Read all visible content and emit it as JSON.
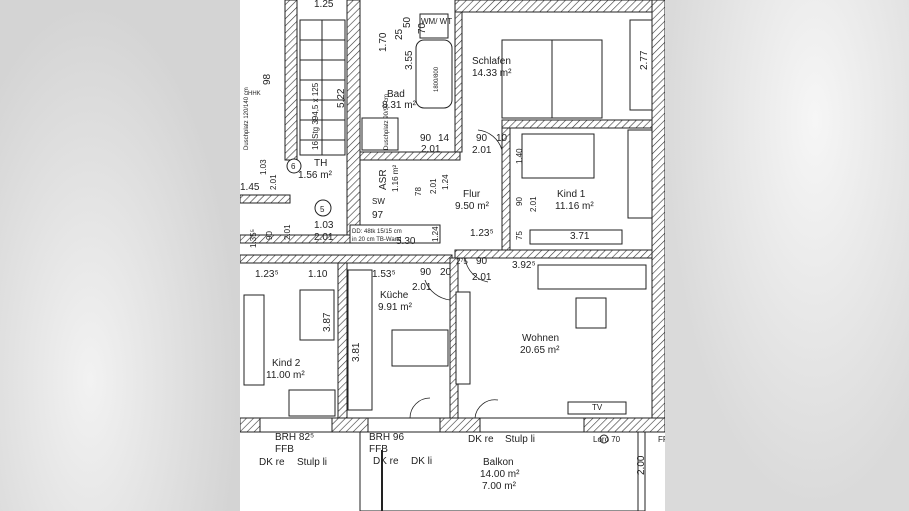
{
  "rooms": [
    {
      "name": "Schlafen",
      "area": "14.33 m²"
    },
    {
      "name": "Bad",
      "area": "8.31 m²"
    },
    {
      "name": "Flur",
      "area": "9.50 m²"
    },
    {
      "name": "Kind 1",
      "area": "11.16 m²"
    },
    {
      "name": "Küche",
      "area": "9.91 m²"
    },
    {
      "name": "Wohnen",
      "area": "20.65 m²"
    },
    {
      "name": "Kind 2",
      "area": "11.00 m²"
    },
    {
      "name": "Balkon",
      "area": "14.00 m²",
      "area2": "7.00 m²"
    },
    {
      "name": "ASR",
      "area": "1.16 m²"
    },
    {
      "name": "TH",
      "area": "1.56 m²"
    }
  ],
  "windows": {
    "kind2": {
      "brh": "BRH 82⁵",
      "ffb": "FFB",
      "left": "DK re",
      "right": "Stulp li"
    },
    "kueche": {
      "brh": "BRH 96",
      "ffb": "FFB",
      "left": "DK re",
      "right": "DK li"
    },
    "wohnen": {
      "left": "DK re",
      "right": "Stulp li"
    }
  },
  "fixtures": {
    "tv": "TV",
    "wmwt": "WM/ WT",
    "tub": "1800/800",
    "loro": "Loro 70",
    "hhk": "HHK",
    "sw": "SW",
    "stairs": "16 Stg 394,5 x 125",
    "duschwanne": "Duschplatz 90/90 cm",
    "dusche_left": "Duschplatz 120/140 cm",
    "dd_note1": "DD: 48tk 15/15 cm",
    "dd_note2": "in 20 cm TB-Wand",
    "circle5": "5",
    "circle6": "6",
    "fr": "FR"
  },
  "dimensions": [
    "3.55",
    "1.70",
    "25",
    "50",
    "70",
    "90",
    "14",
    "2.01",
    "90",
    "10",
    "2.01",
    "3.71",
    "1.23⁵",
    "1.10",
    "1.53⁵",
    "90",
    "20",
    "2.01",
    "2⁷5",
    "90",
    "2.01",
    "3.92⁵",
    "5.30",
    "1.23⁵",
    "2.00",
    "2.77",
    "3.87",
    "3.81",
    "1.03",
    "2.01",
    "97",
    "78",
    "1.24",
    "1.24",
    "2.01",
    "1.40",
    "90",
    "2.01",
    "75",
    "1.25",
    "98",
    "5.22",
    "1.35⁵",
    "90",
    "2.01",
    "1.45",
    "2.01",
    "1.03"
  ]
}
